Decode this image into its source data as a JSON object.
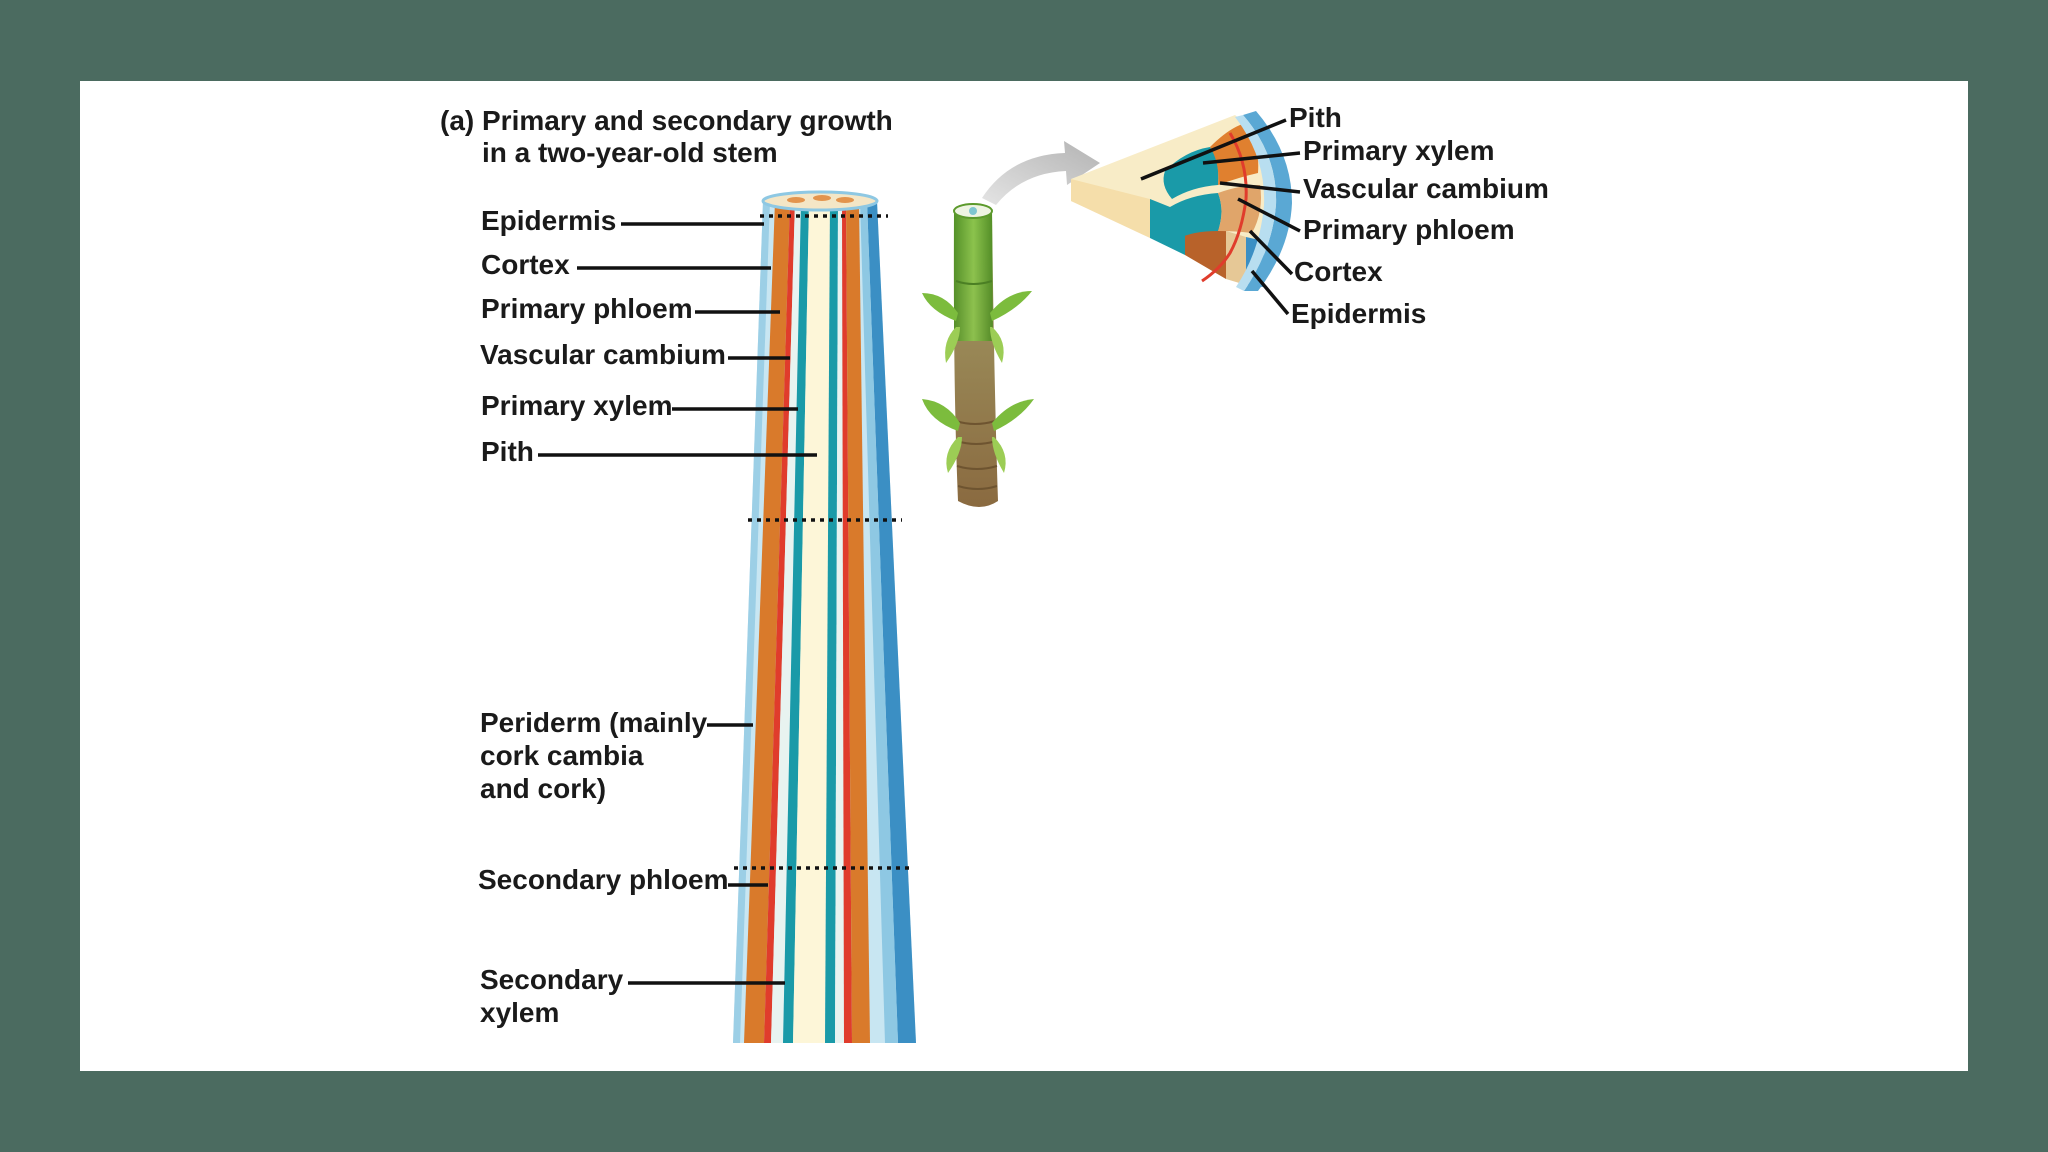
{
  "figure": {
    "panel_letter": "(a)",
    "title_line1": "Primary and secondary growth",
    "title_line2": "in a two-year-old stem"
  },
  "stem_labels": {
    "epidermis": "Epidermis",
    "cortex": "Cortex",
    "primary_phloem": "Primary phloem",
    "vascular_cambium": "Vascular cambium",
    "primary_xylem": "Primary xylem",
    "pith": "Pith",
    "periderm_line1": "Periderm (mainly",
    "periderm_line2": "cork cambia",
    "periderm_line3": "and cork)",
    "secondary_phloem": "Secondary phloem",
    "secondary_xylem_line1": "Secondary",
    "secondary_xylem_line2": "xylem"
  },
  "wedge_labels": {
    "pith": "Pith",
    "primary_xylem": "Primary xylem",
    "vascular_cambium": "Vascular cambium",
    "primary_phloem": "Primary phloem",
    "cortex": "Cortex",
    "epidermis": "Epidermis"
  },
  "colors": {
    "background": "#4b6b60",
    "slide": "#ffffff",
    "pith": "#fdf6d8",
    "primary_xylem_teal": "#1a9aa8",
    "phloem_orange": "#d97a2b",
    "cambium_red": "#e03c2c",
    "epidermis_blue": "#3b8fc4",
    "cortex_lightblue": "#a9d6ea",
    "stem_green": "#6ab03a",
    "bark_brown": "#8a6a40"
  }
}
